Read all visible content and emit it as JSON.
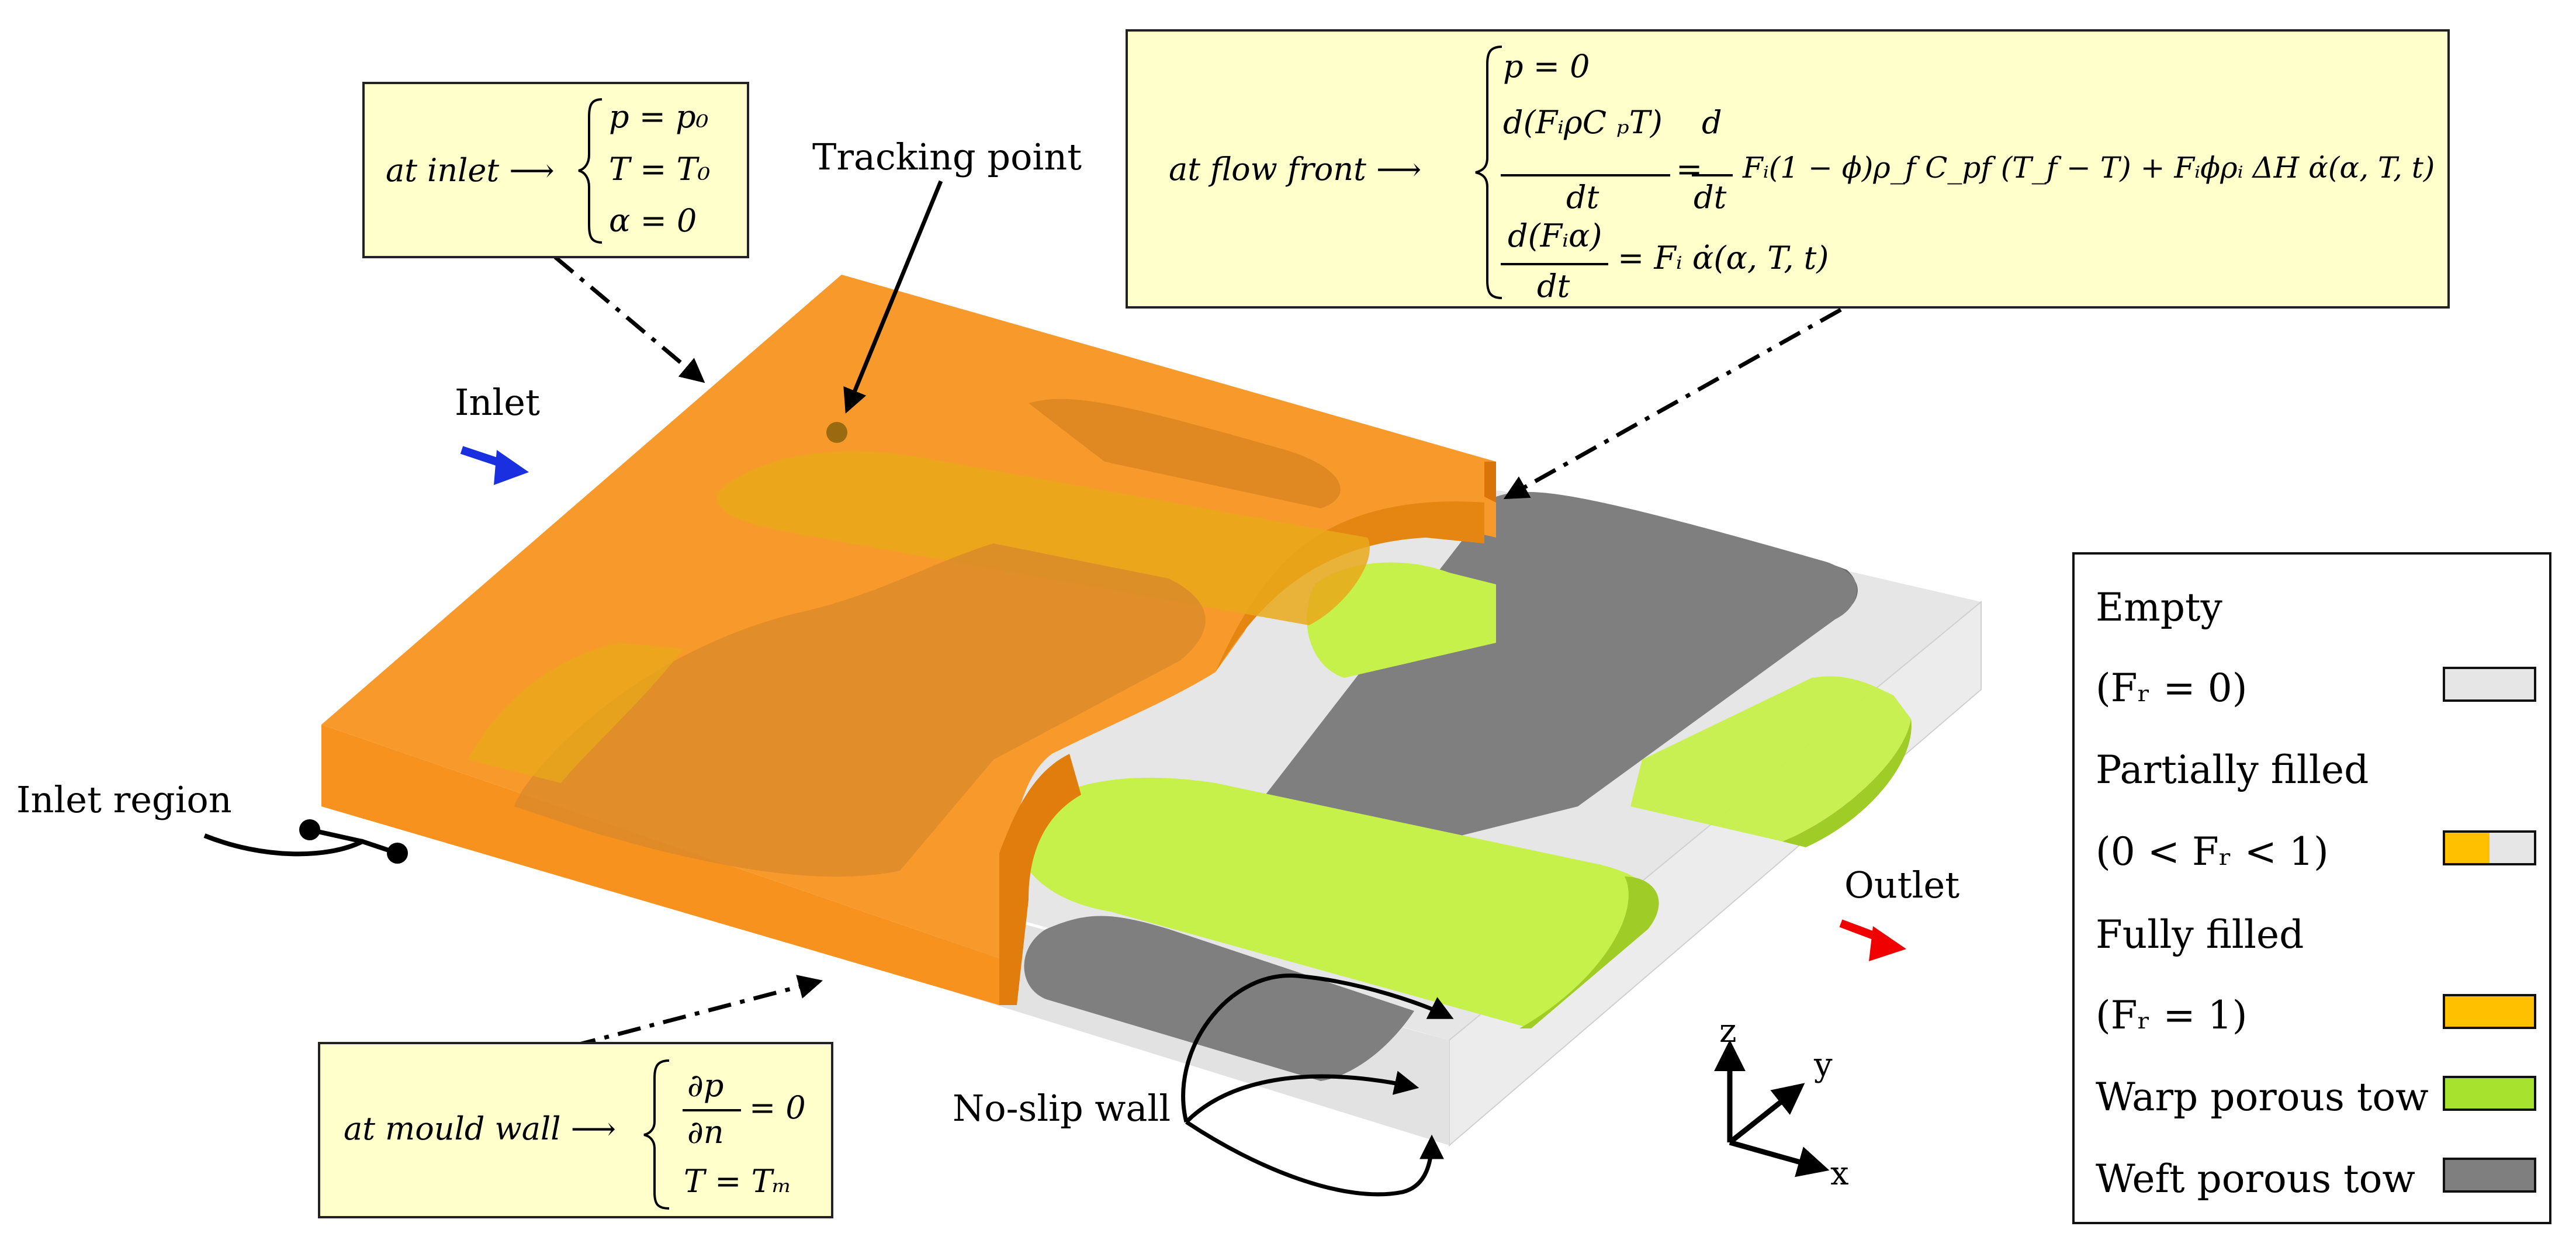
{
  "labels": {
    "tracking_point": "Tracking point",
    "inlet": "Inlet",
    "inlet_region": "Inlet region",
    "outlet": "Outlet",
    "no_slip_wall": "No-slip wall"
  },
  "inlet_box": {
    "lhs": "at inlet ⟶",
    "lines": [
      "p = p₀",
      "T = T₀",
      "α = 0"
    ]
  },
  "flow_front_box": {
    "lhs": "at flow front ⟶",
    "line1": "p = 0",
    "line2_num": "d(FᵢρC ₚT)",
    "line2_den": "dt",
    "line2_rhs_d": "d",
    "line2_rhs_dt": "dt",
    "line2_rhs": "Fᵢ(1 − ϕ)ρ_f C_pf (T_f − T) + Fᵢϕρᵢ ΔH α̇(α, T, t)",
    "line3_num": "d(Fᵢα)",
    "line3_den": "dt",
    "line3_rhs": "= Fᵢ α̇(α, T, t)"
  },
  "mould_wall_box": {
    "lhs": "at mould wall ⟶",
    "line1_num": "∂p",
    "line1_den": "∂n",
    "line1_rhs": "= 0",
    "line2": "T = Tₘ"
  },
  "axes": {
    "x": "x",
    "y": "y",
    "z": "z"
  },
  "legend": {
    "items": [
      {
        "title": "Empty",
        "condition": "(Fᵣ = 0)",
        "color": "#e6e6e6",
        "partial": false
      },
      {
        "title": "Partially filled",
        "condition": "(0 < Fᵣ < 1)",
        "color": "#ffc000",
        "partial": true
      },
      {
        "title": "Fully filled",
        "condition": "(Fᵣ = 1)",
        "color": "#ffc000",
        "partial": false
      },
      {
        "title": "Warp porous tow",
        "condition": "",
        "color": "#a6e22e",
        "partial": false
      },
      {
        "title": "Weft porous tow",
        "condition": "",
        "color": "#7f7f7f",
        "partial": false
      }
    ]
  },
  "colors": {
    "resin": "#f7921e",
    "resin_dark": "#d97508",
    "resin_top": "#f99b2a",
    "warp": "#c6f04a",
    "warp_dark": "#9fcc26",
    "weft": "#7f7f7f",
    "weft_dark": "#6a6a6a",
    "mould": "#e4e4e4",
    "mould_side": "#efefef",
    "inlet_arrow": "#1a2fe0",
    "outlet_arrow": "#f00000",
    "box_fill": "#ffffcc"
  }
}
